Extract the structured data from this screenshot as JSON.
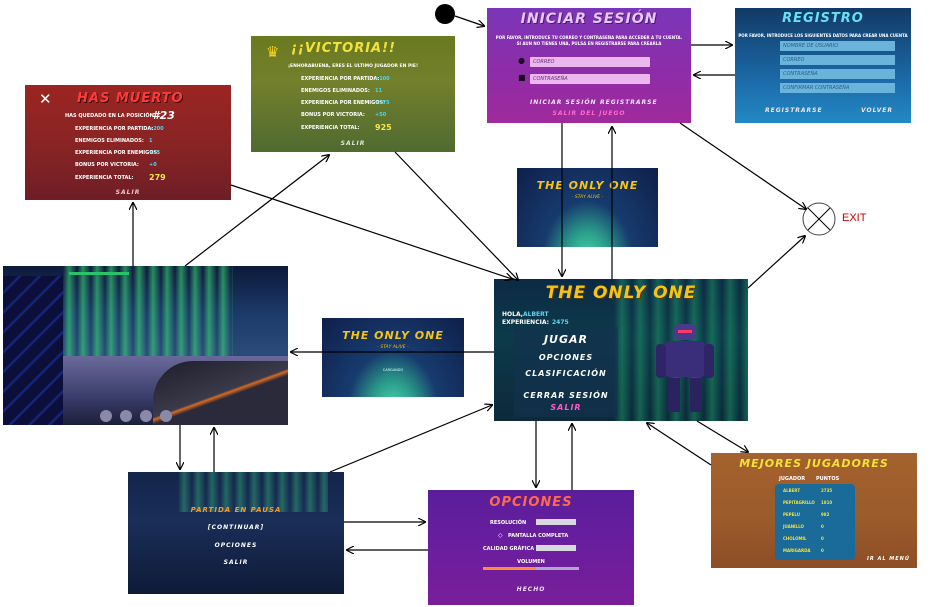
{
  "nodes": {
    "login": {
      "title": "INICIAR SESIÓN",
      "instructions": [
        "POR FAVOR, INTRODUCE TU CORREO Y CONTRASEÑA PARA ACCEDER A TU CUENTA.",
        "SI AUN NO TIENES UNA, PULSA EN REGISTRARSE PARA CREARLA"
      ],
      "email_placeholder": "CORREO",
      "password_placeholder": "CONTRASEÑA",
      "login_button": "INICIAR SESIÓN",
      "register_button": "REGISTRARSE",
      "exit_button": "SALIR DEL JUEGO"
    },
    "register": {
      "title": "REGISTRO",
      "instructions": "POR FAVOR, INTRODUCE LOS SIGUIENTES DATOS PARA CREAR UNA CUENTA",
      "fields": [
        "NOMBRE DE USUARIO",
        "CORREO",
        "CONTRASEÑA",
        "CONFIRMAR CONTRASEÑA"
      ],
      "register_button": "REGISTRARSE",
      "back_button": "VOLVER"
    },
    "victory": {
      "title": "¡¡VICTORIA!!",
      "subtitle": "¡ENHORABUENA, ERES EL ULTIMO JUGADOR EN PIE!",
      "rows": [
        {
          "label": "EXPERIENCIA POR PARTIDA:",
          "value": "+100"
        },
        {
          "label": "ENEMIGOS ELIMINADOS:",
          "value": "11"
        },
        {
          "label": "EXPERIENCIA POR ENEMIGOS:",
          "value": "+275"
        },
        {
          "label": "BONUS POR VICTORIA:",
          "value": "+50"
        },
        {
          "label": "EXPERIENCIA TOTAL:",
          "value": "925"
        }
      ],
      "exit_button": "SALIR"
    },
    "death": {
      "title": "HAS MUERTO",
      "position_text": "HAS QUEDADO EN LA POSICIÓN",
      "position_value": "#23",
      "rows": [
        {
          "label": "EXPERIENCIA POR PARTIDA:",
          "value": "+200"
        },
        {
          "label": "ENEMIGOS ELIMINADOS:",
          "value": "1"
        },
        {
          "label": "EXPERIENCIA POR ENEMIGOS:",
          "value": "+25"
        },
        {
          "label": "BONUS POR VICTORIA:",
          "value": "+0"
        },
        {
          "label": "EXPERIENCIA TOTAL:",
          "value": "279"
        }
      ],
      "exit_button": "SALIR"
    },
    "loading_top": {
      "title": "THE ONLY ONE",
      "subtitle": "- STAY ALIVE -"
    },
    "loading_mid": {
      "title": "THE ONLY ONE",
      "subtitle": "- STAY ALIVE -",
      "progress_label": "CARGANDO"
    },
    "main": {
      "title": "THE ONLY ONE",
      "greeting_label": "HOLA,",
      "greeting_name": "ALBERT",
      "experience_label": "EXPERIENCIA:",
      "experience_value": "2475",
      "menu": [
        "JUGAR",
        "OPCIONES",
        "CLASIFICACIÓN",
        "CERRAR SESIÓN",
        "SALIR"
      ]
    },
    "pause": {
      "title": "PARTIDA EN PAUSA",
      "buttons": [
        "[CONTINUAR]",
        "OPCIONES",
        "SALIR"
      ]
    },
    "options": {
      "title": "OPCIONES",
      "resolution_label": "RESOLUCIÓN",
      "fullscreen_label": "PANTALLA COMPLETA",
      "quality_label": "CALIDAD GRÁFICA",
      "volume_label": "VOLUMEN",
      "volume_level": 0.55,
      "done_button": "HECHO"
    },
    "leaderboard": {
      "title": "MEJORES JUGADORES",
      "col_player": "JUGADOR",
      "col_points": "PUNTOS",
      "rows": [
        {
          "player": "ALBERT",
          "points": "2735"
        },
        {
          "player": "PEPITAGRILLO",
          "points": "1810"
        },
        {
          "player": "PEPELU",
          "points": "982"
        },
        {
          "player": "JUANILLO",
          "points": "0"
        },
        {
          "player": "CHOLOMIL",
          "points": "0"
        },
        {
          "player": "MARIGARDA",
          "points": "0"
        }
      ],
      "back_button": "IR AL MENÚ"
    }
  },
  "exit_label": "EXIT",
  "colors": {
    "arrow": "#000000",
    "exit_text": "#cc0000"
  }
}
